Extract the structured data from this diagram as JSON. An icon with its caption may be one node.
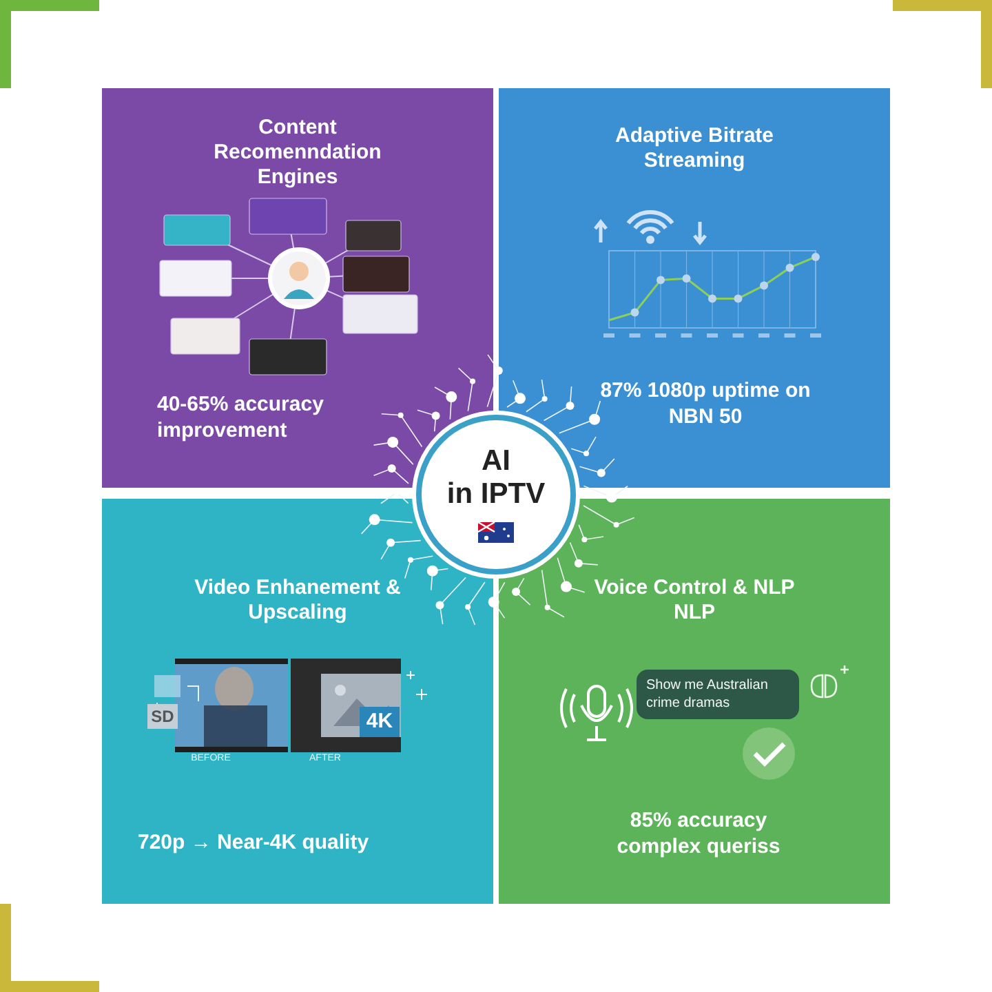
{
  "diagram": {
    "nodes": [
      {
        "text": [
          "Content Recomenndation Engines",
          "40-65% accuracy improvement"
        ]
      },
      {
        "text": [
          "Adaptive Bitrate Streaming",
          "87% 1080p uptime on NBN 50"
        ]
      },
      {
        "text": [
          "Video Enhanement & Upscaling",
          "720p → Near-4K quality"
        ]
      },
      {
        "text": [
          "Voice Control & NLP NLP",
          "85% accuracy complex queriss"
        ]
      },
      {
        "text": [
          "AI in IPTV"
        ]
      }
    ],
    "edges": [],
    "labels": [
      "SD",
      "BEFORE",
      "4K",
      "AFTER",
      "Show me Australian crime dramas"
    ]
  }
}
